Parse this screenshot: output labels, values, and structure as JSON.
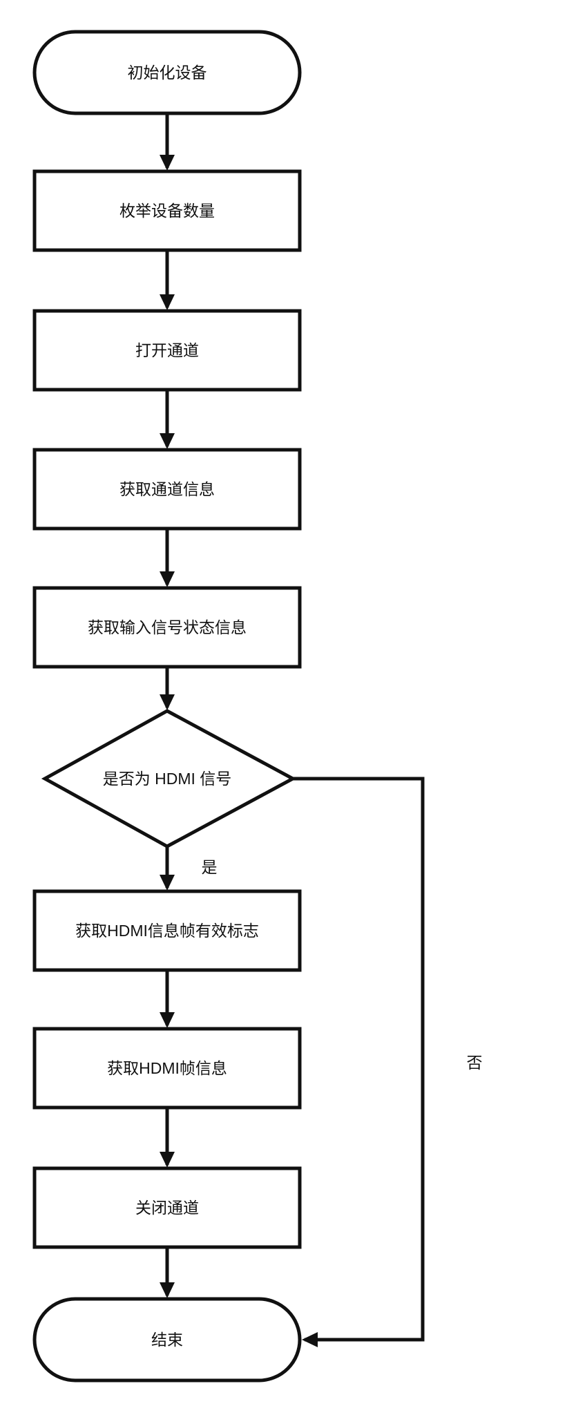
{
  "diagram": {
    "type": "flowchart",
    "background_color": "#ffffff",
    "line_color": "#111111",
    "nodes": [
      {
        "id": "start",
        "shape": "terminator",
        "label": "初始化设备"
      },
      {
        "id": "enumerate-device-count",
        "shape": "process",
        "label": "枚举设备数量"
      },
      {
        "id": "open-channel",
        "shape": "process",
        "label": "打开通道"
      },
      {
        "id": "get-channel-info",
        "shape": "process",
        "label": "获取通道信息"
      },
      {
        "id": "get-input-signal-status",
        "shape": "process",
        "label": "获取输入信号状态信息"
      },
      {
        "id": "is-hdmi-signal",
        "shape": "decision",
        "label": "是否为 HDMI 信号"
      },
      {
        "id": "get-hdmi-infoframe-valid-flag",
        "shape": "process",
        "label": "获取HDMI信息帧有效标志"
      },
      {
        "id": "get-hdmi-frame-info",
        "shape": "process",
        "label": "获取HDMI帧信息"
      },
      {
        "id": "close-channel",
        "shape": "process",
        "label": "关闭通道"
      },
      {
        "id": "end",
        "shape": "terminator",
        "label": "结束"
      }
    ],
    "edges": [
      {
        "from": "start",
        "to": "enumerate-device-count",
        "label": ""
      },
      {
        "from": "enumerate-device-count",
        "to": "open-channel",
        "label": ""
      },
      {
        "from": "open-channel",
        "to": "get-channel-info",
        "label": ""
      },
      {
        "from": "get-channel-info",
        "to": "get-input-signal-status",
        "label": ""
      },
      {
        "from": "get-input-signal-status",
        "to": "is-hdmi-signal",
        "label": ""
      },
      {
        "from": "is-hdmi-signal",
        "to": "get-hdmi-infoframe-valid-flag",
        "label": "是"
      },
      {
        "from": "get-hdmi-infoframe-valid-flag",
        "to": "get-hdmi-frame-info",
        "label": ""
      },
      {
        "from": "get-hdmi-frame-info",
        "to": "close-channel",
        "label": ""
      },
      {
        "from": "close-channel",
        "to": "end",
        "label": ""
      },
      {
        "from": "is-hdmi-signal",
        "to": "end",
        "label": "否"
      }
    ]
  }
}
